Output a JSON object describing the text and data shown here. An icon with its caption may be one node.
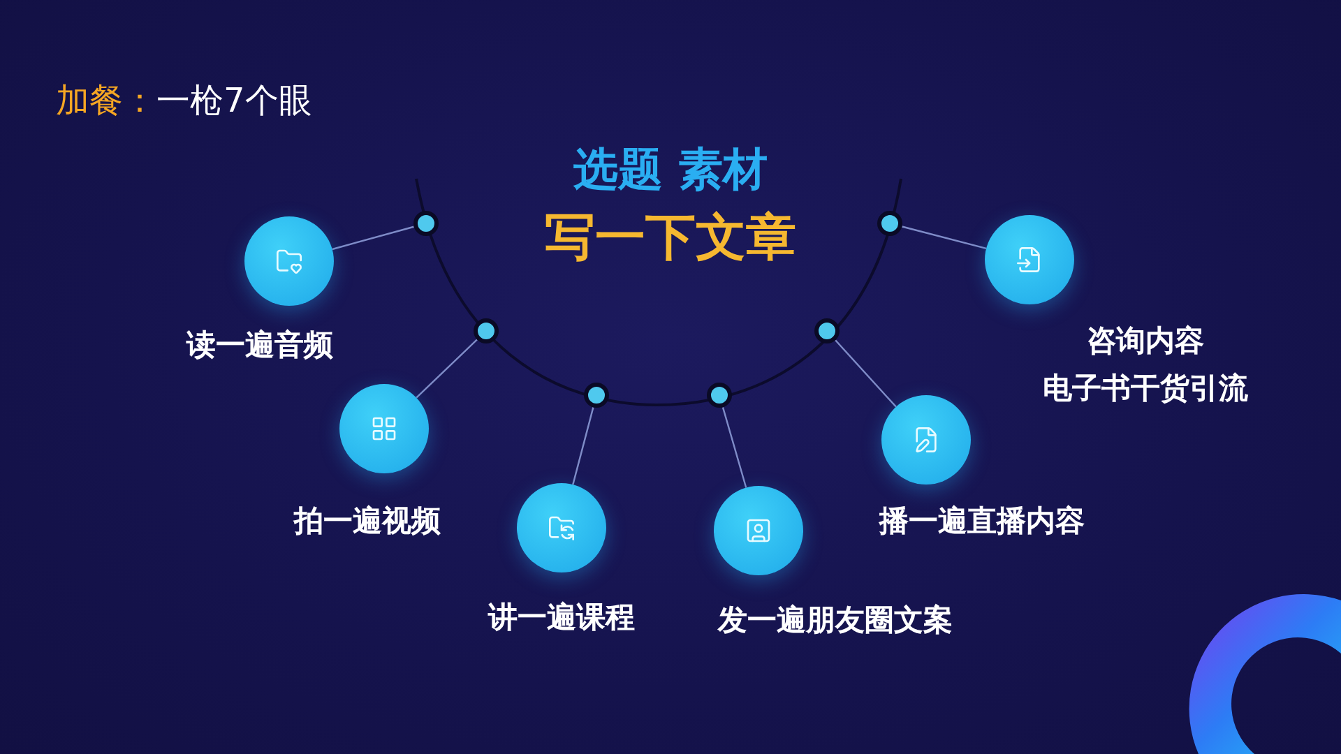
{
  "diagram": {
    "title": "一枪7个眼",
    "nodes": [
      {
        "text": [],
        "shape": "circle"
      },
      {
        "text": [],
        "shape": "circle"
      },
      {
        "text": [],
        "shape": "circle"
      },
      {
        "text": [],
        "shape": "circle"
      },
      {
        "text": [],
        "shape": "circle"
      },
      {
        "text": [],
        "shape": "circle"
      },
      {
        "text": [
          "读一遍音频"
        ]
      },
      {
        "text": [
          "拍一遍视频"
        ]
      },
      {
        "text": [
          "讲一遍课程"
        ]
      },
      {
        "text": [
          "发一遍朋友圈文案"
        ]
      },
      {
        "text": [
          "播一遍直播内容"
        ]
      },
      {
        "text": [
          "咨询内容",
          "电子书干货引流"
        ]
      }
    ],
    "edges": [
      {
        "from": 0,
        "to": 6,
        "arrow": "none"
      },
      {
        "from": 1,
        "to": 7,
        "arrow": "none"
      },
      {
        "from": 2,
        "to": 8,
        "arrow": "none"
      },
      {
        "from": 3,
        "to": 9,
        "arrow": "none"
      },
      {
        "from": 4,
        "to": 10,
        "arrow": "none"
      },
      {
        "from": 5,
        "to": 11,
        "arrow": "none"
      }
    ],
    "labels": [
      "加餐：",
      "选题 素材",
      "写一下文章"
    ]
  }
}
